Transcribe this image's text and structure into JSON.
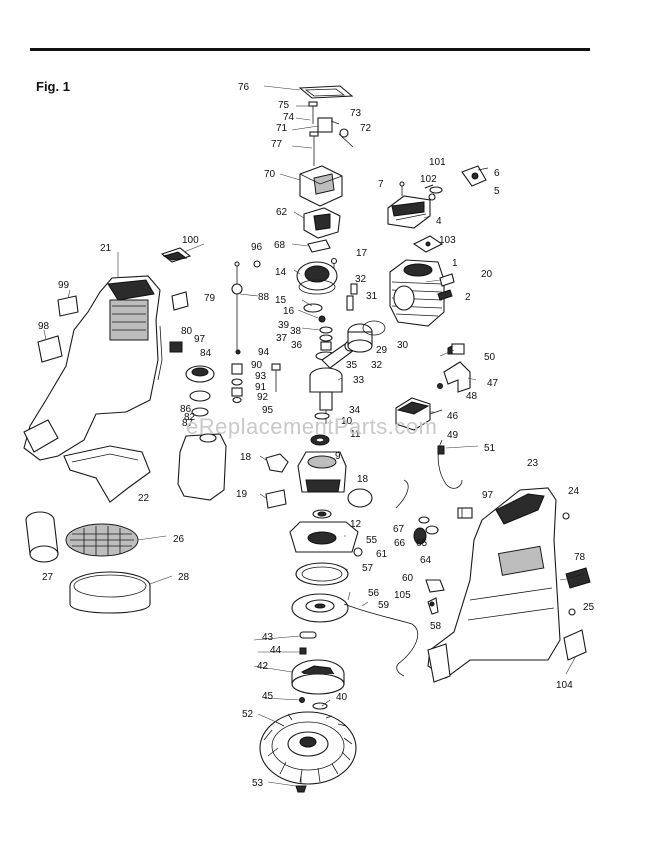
{
  "figure": {
    "title": "Fig. 1"
  },
  "watermark": "eReplacementParts.com",
  "labels": [
    "76",
    "75",
    "74",
    "73",
    "71",
    "72",
    "77",
    "101",
    "6",
    "7",
    "102",
    "5",
    "70",
    "4",
    "62",
    "96",
    "68",
    "17",
    "103",
    "100",
    "21",
    "1",
    "14",
    "20",
    "99",
    "32",
    "79",
    "88",
    "2",
    "31",
    "15",
    "16",
    "98",
    "39",
    "38",
    "30",
    "37",
    "36",
    "29",
    "80",
    "97",
    "84",
    "94",
    "90",
    "35",
    "32",
    "50",
    "93",
    "91",
    "82",
    "92",
    "33",
    "47",
    "86",
    "87",
    "95",
    "48",
    "34",
    "46",
    "10",
    "11",
    "49",
    "51",
    "18",
    "9",
    "23",
    "18",
    "22",
    "19",
    "97",
    "24",
    "12",
    "67",
    "26",
    "65",
    "55",
    "66",
    "64",
    "61",
    "27",
    "28",
    "57",
    "78",
    "60",
    "56",
    "105",
    "59",
    "58",
    "25",
    "43",
    "44",
    "42",
    "104",
    "45",
    "40",
    "52",
    "53"
  ]
}
